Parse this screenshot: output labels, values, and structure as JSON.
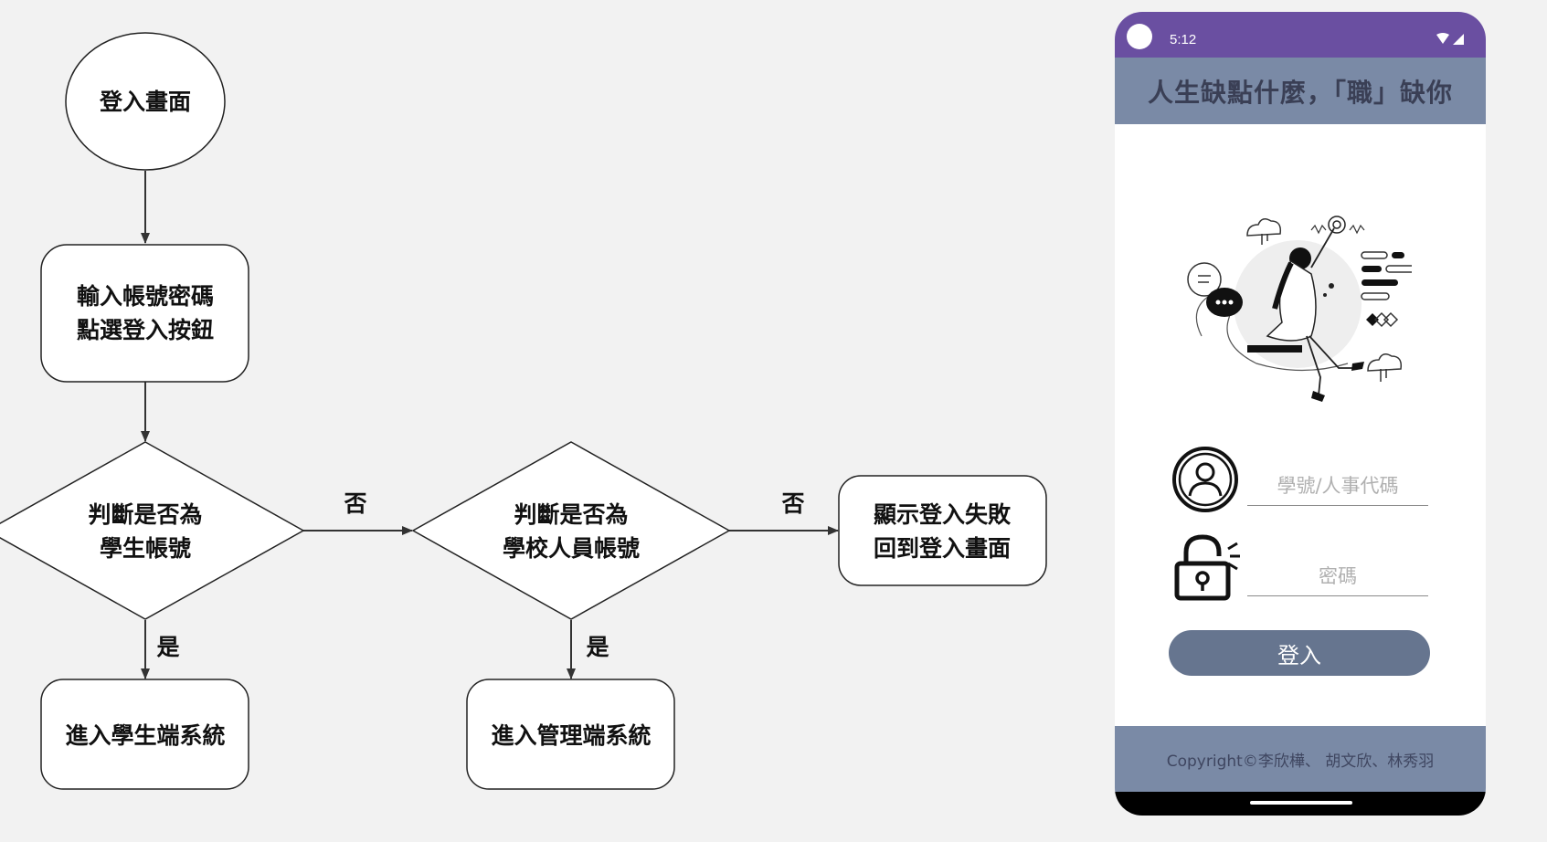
{
  "flowchart": {
    "start": "登入畫面",
    "input": [
      "輸入帳號密碼",
      "點選登入按鈕"
    ],
    "decision_student": [
      "判斷是否為",
      "學生帳號"
    ],
    "decision_staff": [
      "判斷是否為",
      "學校人員帳號"
    ],
    "fail": [
      "顯示登入失敗",
      "回到登入畫面"
    ],
    "student_system": "進入學生端系統",
    "admin_system": "進入管理端系統",
    "label_no": "否",
    "label_yes": "是"
  },
  "phone": {
    "status_time": "5:12",
    "app_title": "人生缺點什麼，「職」缺你",
    "id_placeholder": "學號/人事代碼",
    "password_placeholder": "密碼",
    "login_button": "登入",
    "footer": "Copyright©李欣樺、 胡文欣、林秀羽",
    "icons": [
      "wifi-icon",
      "signal-icon",
      "user-icon",
      "lock-icon"
    ],
    "colors": {
      "status_bar": "#6a4fa1",
      "header": "#7a8aa6",
      "button": "#66758f"
    }
  }
}
